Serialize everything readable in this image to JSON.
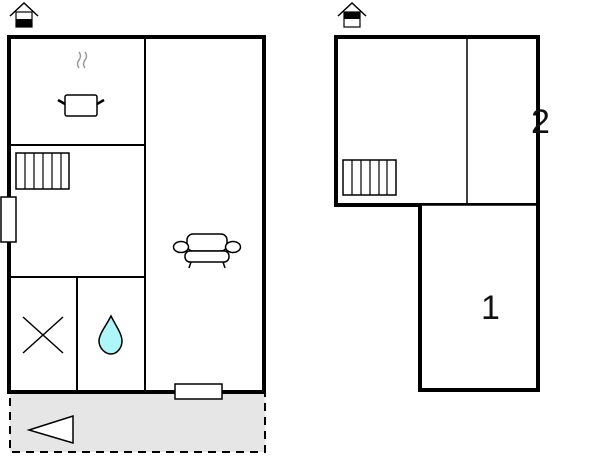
{
  "floors": [
    {
      "name": "ground-floor",
      "indicator": "floor-ground-icon",
      "rooms": [
        {
          "id": "kitchen",
          "icon": "cooking-pot-icon"
        },
        {
          "id": "hall-stairs",
          "icon": "stairs-icon"
        },
        {
          "id": "toilet",
          "icon": "toilet-cross-icon"
        },
        {
          "id": "bathroom",
          "icon": "water-drop-icon"
        },
        {
          "id": "living-room",
          "icon": "sofa-icon"
        }
      ],
      "terrace": {
        "icon": "direction-triangle-icon",
        "fill": "#e6e6e6"
      }
    },
    {
      "name": "upper-floor",
      "indicator": "floor-upper-icon",
      "rooms": [
        {
          "id": "landing",
          "icon": "stairs-icon"
        },
        {
          "id": "bedroom-2",
          "label": "2"
        },
        {
          "id": "bedroom-1",
          "label": "1"
        }
      ]
    }
  ],
  "colors": {
    "wall": "#000000",
    "terrace": "#e6e6e6",
    "water": "#aef6f8",
    "steam": "#999999"
  }
}
